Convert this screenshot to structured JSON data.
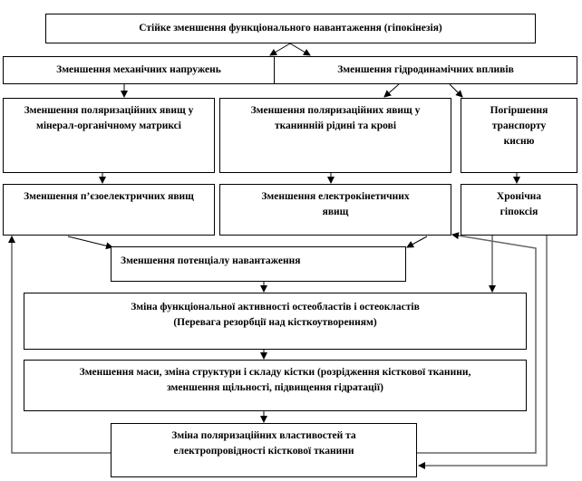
{
  "nodes": {
    "root": "Стійке зменшення функціонального навантаження (гіпокінезія)",
    "mechanical": "Зменшення механічних напружень",
    "hydrodynamic": "Зменшення гідродинамічних впливів",
    "polar_matrix": "Зменшення поляризаційних явищ у мінерал-органічному матриксі",
    "polar_fluid": "Зменшення поляризаційних явищ у тканинній рідині та крові",
    "oxygen": "Погіршення транспорту кисню",
    "piezo": "Зменшення п’єзоелектричних явищ",
    "electrokinetic": "Зменшення електрокінетичних явищ",
    "hypoxia": "Хронічна гіпоксія",
    "potential": "Зменшення потенціалу навантаження",
    "activity_line1": "Зміна функціональної  активності остеобластів і остеокластів",
    "activity_line2": "(Перевага резорбції над кісткоутворенням)",
    "mass": "Зменшення маси, зміна структури і складу кістки  (розрідження кісткової тканини, зменшення щільності,  підвищення гідратації)",
    "final": "Зміна поляризаційних властивостей та електропровідності кісткової  тканини"
  }
}
